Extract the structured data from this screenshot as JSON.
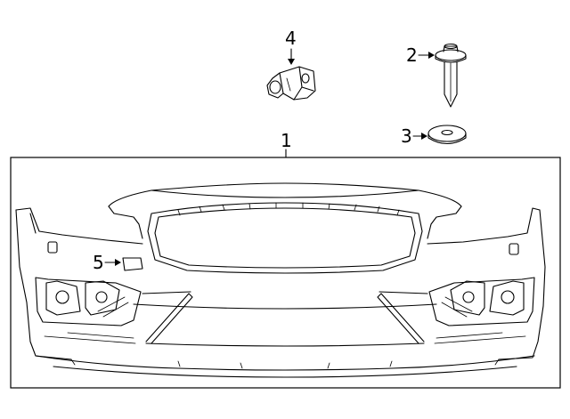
{
  "diagram": {
    "callouts": [
      {
        "id": "1",
        "text": "1"
      },
      {
        "id": "2",
        "text": "2"
      },
      {
        "id": "3",
        "text": "3"
      },
      {
        "id": "4",
        "text": "4"
      },
      {
        "id": "5",
        "text": "5"
      }
    ],
    "parts": [
      {
        "callout": "1",
        "name": "bumper-cover"
      },
      {
        "callout": "2",
        "name": "push-pin-fastener"
      },
      {
        "callout": "3",
        "name": "washer"
      },
      {
        "callout": "4",
        "name": "bracket-clip"
      },
      {
        "callout": "5",
        "name": "tow-eye-cap"
      }
    ]
  }
}
